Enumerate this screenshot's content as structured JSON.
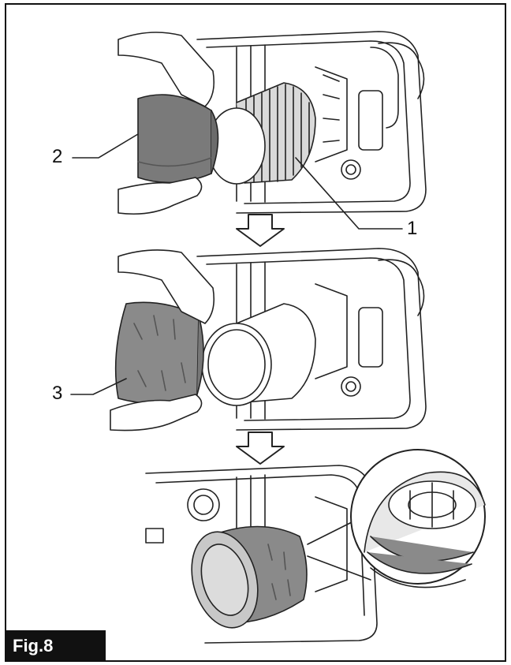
{
  "figure": {
    "label": "Fig.8",
    "callouts": {
      "one": "1",
      "two": "2",
      "three": "3"
    }
  }
}
